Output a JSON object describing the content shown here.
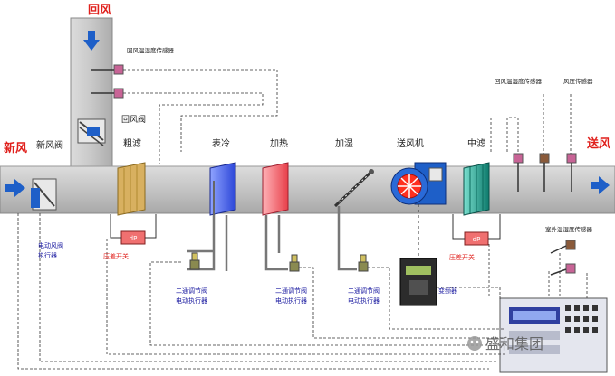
{
  "labels": {
    "return_air": "回风",
    "fresh_air": "新风",
    "supply_air": "送风",
    "fresh_air_damper": "新风阀",
    "return_air_damper": "回风阀",
    "coarse_filter": "粗滤",
    "cooling_coil": "表冷",
    "heating": "加热",
    "humidifier": "加湿",
    "supply_fan": "送风机",
    "medium_filter": "中滤",
    "return_temp_humidity_sensor": "回风温湿度传感器",
    "supply_temp_humidity_sensor": "回风温湿度传感器",
    "air_pressure_sensor": "风压传感器",
    "outdoor_temp_humidity_sensor": "室外温湿度传感器",
    "electric_damper_actuator_line1": "电动风阀",
    "electric_damper_actuator_line2": "执行器",
    "diff_pressure_switch_1": "压差开关",
    "diff_pressure_switch_2": "压差开关",
    "valve_actuator_1_line1": "二通调节阀",
    "valve_actuator_1_line2": "电动执行器",
    "valve_actuator_2_line1": "二通调节阀",
    "valve_actuator_2_line2": "电动执行器",
    "valve_actuator_3_line1": "二通调节阀",
    "valve_actuator_3_line2": "电动执行器",
    "vfd": "变频器",
    "dp_box_1": "dP",
    "dp_box_2": "dP",
    "watermark": "盛和集团"
  },
  "colors": {
    "duct": "#c8c8c8",
    "duct_edge": "#888888",
    "label_red": "#e0201c",
    "label_blue": "#1a1aa0",
    "arrow_blue": "#1e5fc8",
    "cooling": "#3c5ce6",
    "heating": "#f05a64",
    "filter_coarse": "#d8b060",
    "filter_medium": "#1a9a8a",
    "sensor": "#c86496",
    "wire": "#333333"
  }
}
